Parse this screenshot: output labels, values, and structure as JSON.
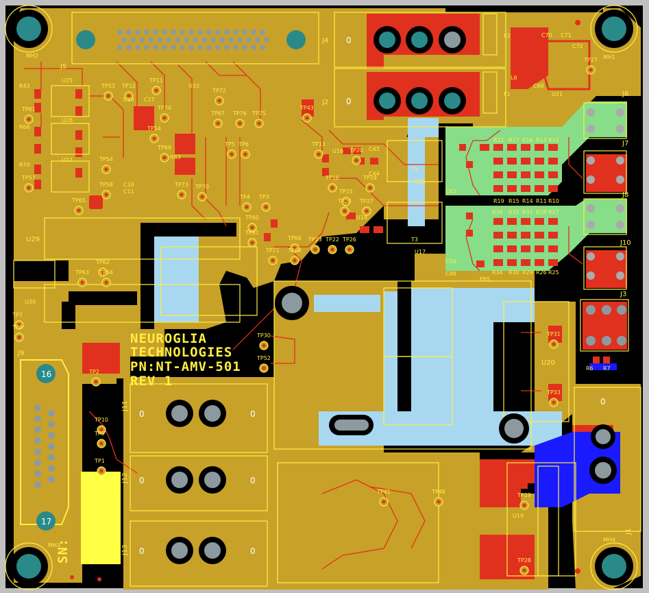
{
  "board": {
    "silkscreen_lines": [
      "NEUROGLIA",
      "TECHNOLOGIES",
      "PN:NT-AMV-501",
      "REV 1"
    ],
    "sn_label": "SN:"
  },
  "colors": {
    "background": "#000000",
    "copper_pour": "#c8a128",
    "silk": "#ffee44",
    "top_copper": "#e0311e",
    "bottom_copper": "#1a1aff",
    "isolation": "#a8d8f0",
    "green_region": "#88dd88",
    "pad": "#8c9aa0",
    "frame": "#c0c0c0"
  },
  "mounting_holes": [
    "MH2",
    "MH1",
    "MH3",
    "MH4"
  ],
  "connectors": {
    "top": [
      "J5",
      "J4",
      "J2",
      "F2",
      "F1"
    ],
    "right": [
      "J6",
      "J7",
      "J8",
      "J10",
      "J3",
      "J1"
    ],
    "left_terminals": [
      "J11",
      "J12",
      "J13",
      "J9"
    ],
    "pin_marks": [
      "0",
      "0",
      "0",
      "0",
      "0",
      "0",
      "0",
      "0",
      "0"
    ],
    "dsub_pins": [
      "16",
      "17"
    ]
  },
  "chips": [
    "U25",
    "U26",
    "U27",
    "U29",
    "U30",
    "U33",
    "U15",
    "U17",
    "U20",
    "U19",
    "U16",
    "U18",
    "U21"
  ],
  "test_points": [
    "TP53",
    "TP12",
    "TP11",
    "TP72",
    "TP74",
    "TP14",
    "TP67",
    "TP76",
    "TP75",
    "TP69",
    "TP5",
    "TP6",
    "TP73",
    "TP70",
    "TP13",
    "TP20",
    "TP16",
    "TP19",
    "TP15",
    "TP24",
    "TP27",
    "TP4",
    "TP3",
    "TP60",
    "TP61",
    "TP23",
    "TP22",
    "TP26",
    "TP21",
    "TP68",
    "TP66",
    "TP62",
    "TP64",
    "TP63",
    "TP65",
    "TP58",
    "TP57",
    "TP54",
    "TP61",
    "TP7",
    "TP8",
    "TP2",
    "TP10",
    "TP9",
    "TP1",
    "TP30",
    "TP52",
    "TP43",
    "TP27",
    "TP29",
    "TP28",
    "TP33",
    "TP31",
    "TP48",
    "TP41"
  ],
  "passives": [
    "R12",
    "R13",
    "R16",
    "R17",
    "R21",
    "R10",
    "R11",
    "R14",
    "R15",
    "R19",
    "R27",
    "R28",
    "R31",
    "R32",
    "R36",
    "R25",
    "R26",
    "R29",
    "R30",
    "R34",
    "C43",
    "C44",
    "C42",
    "C49",
    "C50",
    "C70",
    "C71",
    "C72",
    "C68",
    "C16",
    "C17",
    "C10",
    "C11",
    "L6",
    "FB5",
    "T2",
    "T3",
    "R6",
    "R7",
    "R43",
    "R66",
    "R70",
    "R83"
  ]
}
